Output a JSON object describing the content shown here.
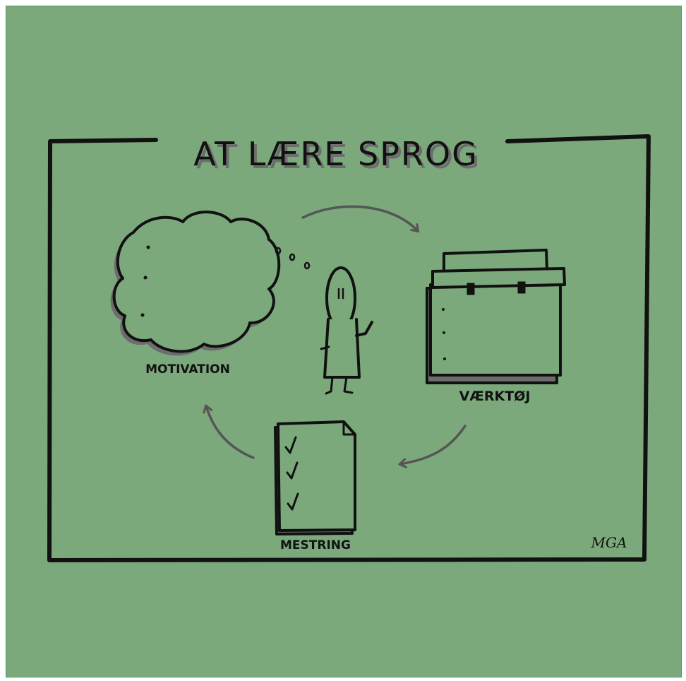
{
  "title": "AT LÆRE SPROG",
  "nodes": {
    "motivation": {
      "label": "MOTIVATION",
      "icon": "thought-cloud-icon"
    },
    "vaerktoj": {
      "label": "VÆRKTØJ",
      "icon": "toolbox-icon"
    },
    "mestring": {
      "label": "MESTRING",
      "icon": "checklist-document-icon"
    },
    "person": {
      "icon": "stick-figure-icon"
    }
  },
  "cycle_arrows": [
    "motivation-to-vaerktoj",
    "vaerktoj-to-mestring",
    "mestring-to-motivation"
  ],
  "signature": "MGA",
  "colors": {
    "background": "#7ba97c",
    "ink": "#111111",
    "shadow": "#6d6d6d",
    "arrow": "#555555"
  }
}
